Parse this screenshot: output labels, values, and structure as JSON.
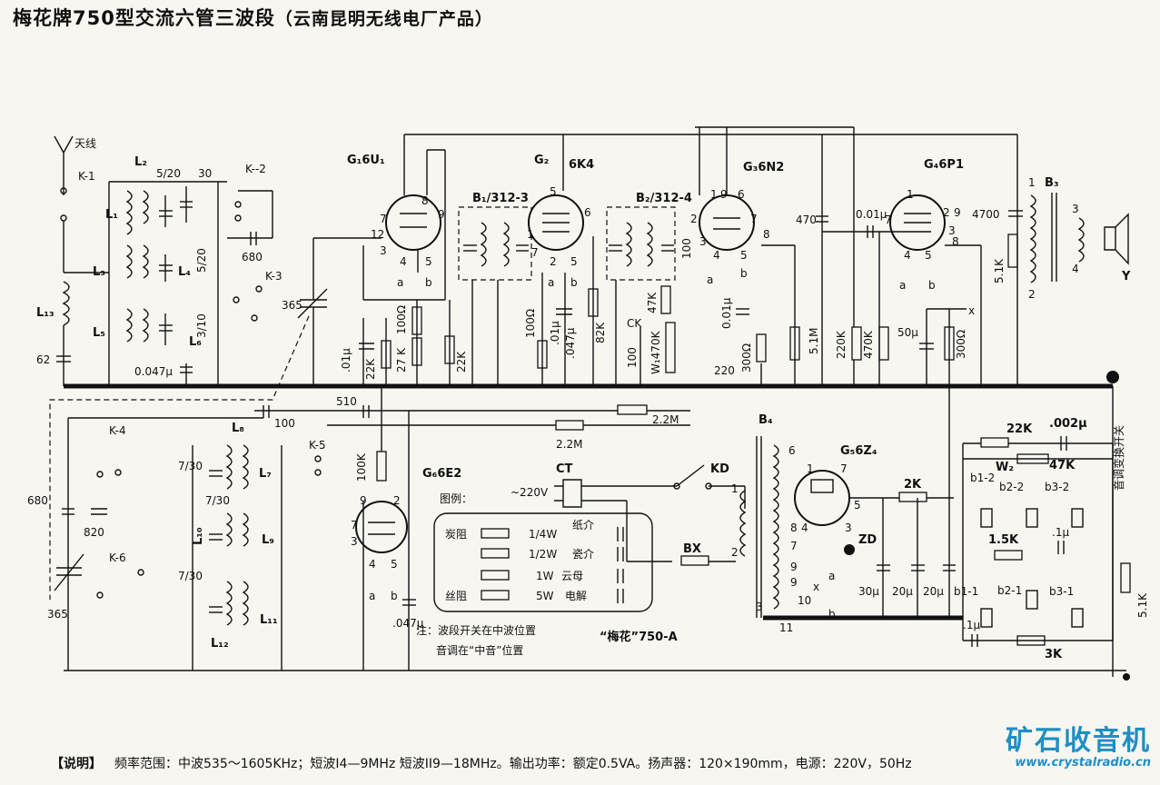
{
  "title": {
    "main": "梅花牌750型交流六管三波段",
    "maker": "（云南昆明无线电厂产品）"
  },
  "tubes": {
    "g1": "G₁6U₁",
    "g2": "G₂",
    "g2_type": "6K4",
    "g3": "G₃6N2",
    "g4": "G₄6P1",
    "g5": "G₅6Z₄",
    "g6": "G₆6E2"
  },
  "switches": {
    "k1": "K-1",
    "k2": "K--2",
    "k3": "K-3",
    "k4": "K-4",
    "k5": "K-5",
    "k6": "K-6",
    "kd": "KD",
    "ct": "CT",
    "bx": "BX",
    "antenna": "天线"
  },
  "coils": {
    "l1": "L₁",
    "l2": "L₂",
    "l3": "L₃",
    "l4": "L₄",
    "l5": "L₅",
    "l6": "L₆",
    "l7": "L₇",
    "l8": "L₈",
    "l9": "L₉",
    "l10": "L₁₀",
    "l11": "L₁₁",
    "l12": "L₁₂",
    "l13": "L₁₃"
  },
  "transformers": {
    "b1": "B₁/312-3",
    "b2": "B₂/312-4",
    "b3": "B₃",
    "b4": "B₄",
    "speaker": "Y"
  },
  "values": {
    "c5_20": "5/20",
    "c30": "30",
    "c680a": "680",
    "c365a": "365",
    "c5_20b": "5/20",
    "c3_10": "3/10",
    "c62": "62",
    "c047": "0.047μ",
    "c01a": ".01μ",
    "r22k_a": "22K",
    "r27k": "27 K",
    "r100": "100Ω",
    "r22k_b": "22K",
    "c510": "510",
    "c100": "100",
    "r100q": "100Ω",
    "c01b": ".01μ",
    "c047b": ".047μ",
    "r82k": "82K",
    "c100b": "100",
    "r47k": "47K",
    "w1": "W₁470K",
    "ck": "CK",
    "c100c": "100",
    "c01c": "0.01μ",
    "r300a": "300Ω",
    "c220": "220",
    "r51m": "5.1M",
    "c470": "470",
    "c001": "0.01μ",
    "r220k": "220K",
    "r470k": "470K",
    "c50": "50μ",
    "r300b": "300Ω",
    "c4700": "4700",
    "r51k": "5.1K",
    "c22m": "2.2M",
    "r22m": "2.2M",
    "c7_30a": "7/30",
    "c7_30b": "7/30",
    "c7_30c": "7/30",
    "c680b": "680",
    "c820": "820",
    "c365b": "365",
    "r100k": "100K",
    "c047c": ".047μ",
    "v220": "~220V",
    "r2k": "2K",
    "zd": "ZD",
    "c30u": "30μ",
    "c20a": "20μ",
    "c20b": "20μ",
    "r22k_c": "22K",
    "c002": ".002μ",
    "w2": "W₂",
    "r47k_b": "47K",
    "c1a": ".1μ",
    "r15k": "1.5K",
    "c1b": ".1μ",
    "r3k": "3K",
    "r51k_b": "5.1K",
    "tone_switch": "音调变换开关"
  },
  "legend": {
    "title": "图例：",
    "rows": [
      {
        "kind": "炭阻",
        "watt": "1/4W",
        "cap": "纸介"
      },
      {
        "kind": "",
        "watt": "1/2W",
        "cap": "瓷介"
      },
      {
        "kind": "",
        "watt": "1W",
        "cap": "云母"
      },
      {
        "kind": "丝阻",
        "watt": "5W",
        "cap": "电解"
      }
    ]
  },
  "notes": {
    "line1": "注：波段开关在中波位置",
    "line2": "音调在“中音”位置",
    "model": "“梅花”750-A"
  },
  "footer": {
    "label": "【说明】",
    "text": "频率范围：中波535～1605KHz；短波I4—9MHz 短波II9—18MHz。输出功率：额定0.5VA。扬声器：120×190mm，电源：220V，50Hz"
  },
  "watermark": {
    "brand": "矿石收音机",
    "url": "www.crystalradio.cn"
  }
}
